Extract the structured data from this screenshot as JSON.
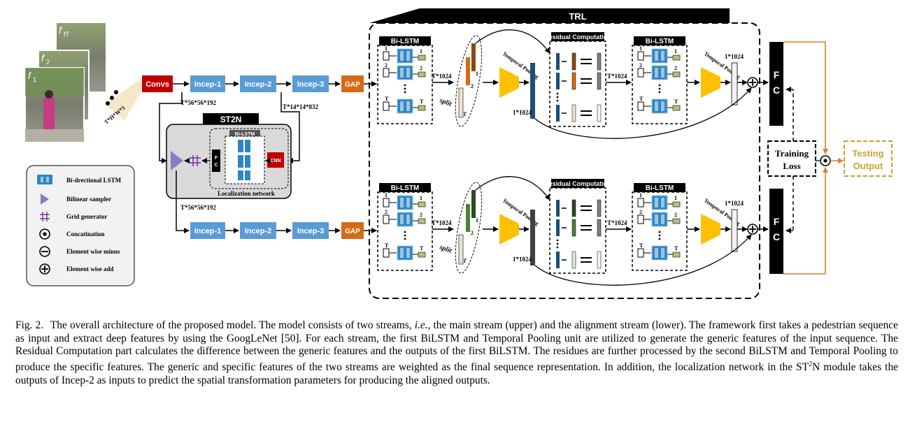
{
  "inputs": {
    "frames": [
      "f1",
      "f2",
      "fT"
    ],
    "shape": "T*H*W*3"
  },
  "main_stream": {
    "convs": "Convs",
    "incep1": "Incep-1",
    "incep2": "Incep-2",
    "incep3": "Incep-3",
    "gap": "GAP",
    "dim_incep1": "T*56*56*192",
    "dim_incep2": "T*14*14*832"
  },
  "st2n": {
    "title": "ST2N",
    "fc": "FC",
    "bilstm": "Bi-LSTM",
    "cnn": "CNN",
    "loc_label": "Localization network",
    "dim_out": "T*56*56*192"
  },
  "align_stream": {
    "incep1": "Incep-1",
    "incep2": "Incep-2",
    "incep3": "Incep-3",
    "gap": "GAP"
  },
  "trl": {
    "title": "TRL",
    "bilstm": "Bi-LSTM",
    "residual": "Residual Computation",
    "temporal_pooling": "Temporal Pooling",
    "split": "split",
    "dim_seq": "T*1024",
    "dim_vec": "1*1024",
    "row_labels": [
      "1",
      "2",
      "T"
    ],
    "fc": "FC"
  },
  "training_loss": "Training Loss",
  "testing_output": "Testing Output",
  "legend": [
    {
      "icon": "bilstm-icon",
      "label": "Bi-drectional LSTM"
    },
    {
      "icon": "sampler-icon",
      "label": "Bilinear sampler"
    },
    {
      "icon": "grid-icon",
      "label": "Grid generator"
    },
    {
      "icon": "concat-icon",
      "label": "Concatination"
    },
    {
      "icon": "minus-icon",
      "label": "Element wise minus"
    },
    {
      "icon": "add-icon",
      "label": "Element wise add"
    }
  ],
  "caption": {
    "fig": "Fig. 2.",
    "text1": "The overall architecture of the proposed model. The model consists of two streams, ",
    "ie": "i.e.",
    "text2": ", the main stream (upper) and the alignment stream (lower). The framework first takes a pedestrian sequence as input and extract deep features by using the GoogLeNet [50]. For each stream, the first BiLSTM and Temporal Pooling unit are utilized to generate the generic features of the input sequence. The Residual Computation part calculates the difference between the generic features and the outputs of the first BiLSTM. The residues are further processed by the second BiLSTM and Temporal Pooling to produce the specific features. The generic and specific features of the two streams are weighted as the final sequence representation. In addition, the localization network in the ST",
    "sup": "2",
    "text3": "N module takes the outputs of Incep-2 as inputs to predict the spatial transformation parameters for producing the aligned outputs."
  },
  "colors": {
    "incep": "#5b9bd5",
    "convs": "#c00000",
    "gap": "#d56a17",
    "pool": "#ffc000",
    "arrow_orange": "#e8792a",
    "testing": "#c9a227",
    "lstm": "#2e86c1",
    "main_bars": [
      "#8c4a13",
      "#d56a17",
      "#f6e0c8"
    ],
    "align_bars": [
      "#2c4a20",
      "#4f7f3a",
      "#dcead0"
    ]
  }
}
